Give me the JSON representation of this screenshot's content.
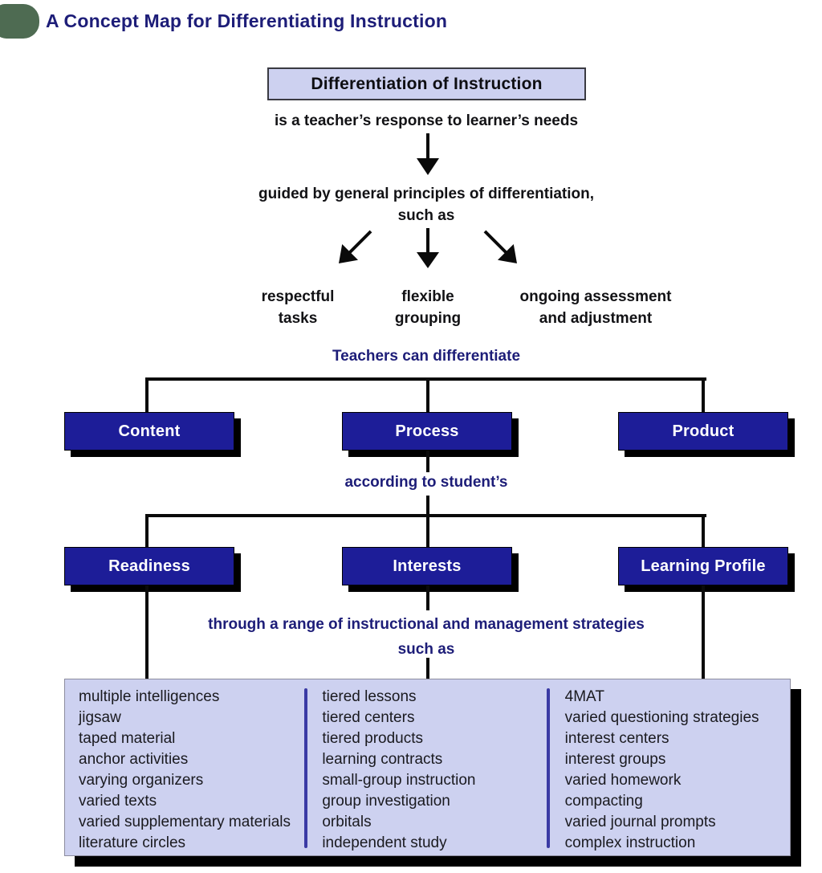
{
  "header": {
    "title": "A Concept Map for Differentiating Instruction"
  },
  "map": {
    "root_label": "Differentiation of Instruction",
    "response_caption": "is a teacher’s response to learner’s needs",
    "principles_caption": "guided by general principles of differentiation,\nsuch as",
    "principles": [
      {
        "label": "respectful\ntasks"
      },
      {
        "label": "flexible\ngrouping"
      },
      {
        "label": "ongoing assessment\nand adjustment"
      }
    ],
    "differentiate_caption": "Teachers can differentiate",
    "elements": [
      {
        "label": "Content"
      },
      {
        "label": "Process"
      },
      {
        "label": "Product"
      }
    ],
    "according_caption": "according to student’s",
    "student_traits": [
      {
        "label": "Readiness"
      },
      {
        "label": "Interests"
      },
      {
        "label": "Learning Profile"
      }
    ],
    "strategies_caption": "through a range of instructional and management strategies\nsuch as",
    "strategies_columns": [
      {
        "items": [
          "multiple intelligences",
          "jigsaw",
          "taped material",
          "anchor activities",
          "varying organizers",
          "varied texts",
          "varied supplementary materials",
          "literature circles"
        ]
      },
      {
        "items": [
          "tiered lessons",
          "tiered centers",
          "tiered products",
          "learning contracts",
          "small-group instruction",
          "group investigation",
          "orbitals",
          "independent study"
        ]
      },
      {
        "items": [
          "4MAT",
          "varied questioning strategies",
          "interest centers",
          "interest groups",
          "varied homework",
          "compacting",
          "varied journal prompts",
          "complex instruction"
        ]
      }
    ]
  },
  "colors": {
    "navy_text": "#1d1d78",
    "node_blue": "#1d1d98",
    "panel_lavender": "#cdd1f0",
    "divider_blue": "#3a3aa4",
    "connector_black": "#0a0a0a",
    "bullet_green": "#4e6b52"
  }
}
